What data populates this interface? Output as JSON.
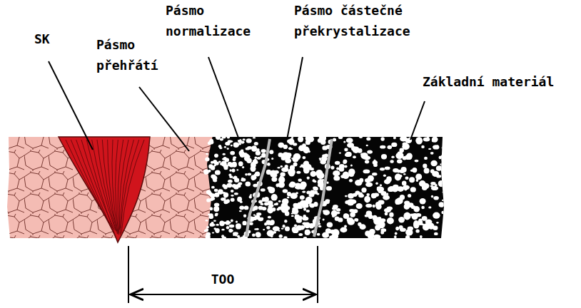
{
  "diagram": {
    "labels": [
      "SK",
      "Pásmo přehřátí",
      "Pásmo normalizace",
      "Pásmo částečné překrystalizace",
      "Základní materiál",
      "TOO"
    ]
  }
}
